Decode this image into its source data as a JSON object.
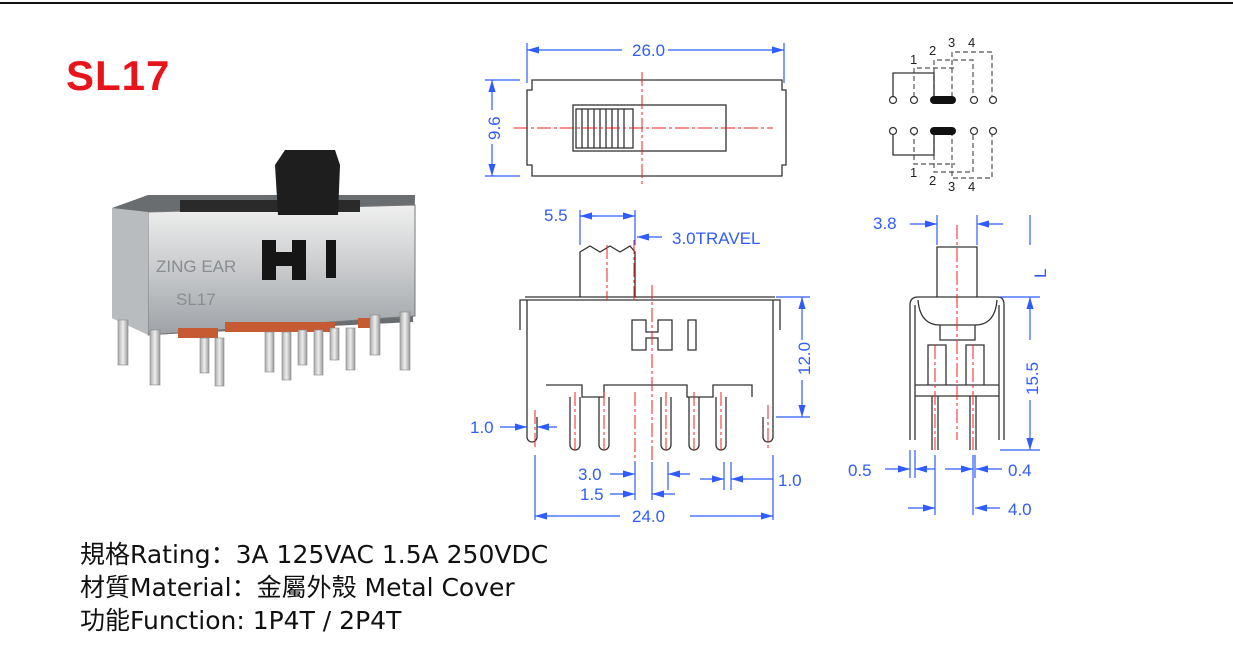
{
  "model": "SL17",
  "photo": {
    "brand_text": "ZING EAR",
    "model_text": "SL17"
  },
  "top_view": {
    "width_dim": "26.0",
    "height_dim": "9.6"
  },
  "front_view": {
    "knob_dim": "5.5",
    "travel_dim": "3.0TRAVEL",
    "height_dim": "12.0",
    "pin_width_dim": "1.0",
    "pitch_dim": "3.0",
    "offset_dim": "1.5",
    "edge_dim": "1.0",
    "total_width_dim": "24.0"
  },
  "side_view": {
    "knob_dim": "3.8",
    "length_dim": "L",
    "height_dim": "15.5",
    "frame_dim": "0.5",
    "pin_dim": "0.4",
    "row_spacing_dim": "4.0"
  },
  "schematic": {
    "top_labels": [
      "1",
      "2",
      "3",
      "4"
    ],
    "bottom_labels": [
      "1",
      "2",
      "3",
      "4"
    ]
  },
  "specs": [
    {
      "label": "規格Rating：3A 125VAC 1.5A 250VDC"
    },
    {
      "label": "材質Material：金屬外殼 Metal Cover"
    },
    {
      "label": "功能Function: 1P4T / 2P4T"
    }
  ],
  "colors": {
    "model": "#e8141b",
    "dimension": "#2f5cff",
    "centerline": "#f02020"
  }
}
